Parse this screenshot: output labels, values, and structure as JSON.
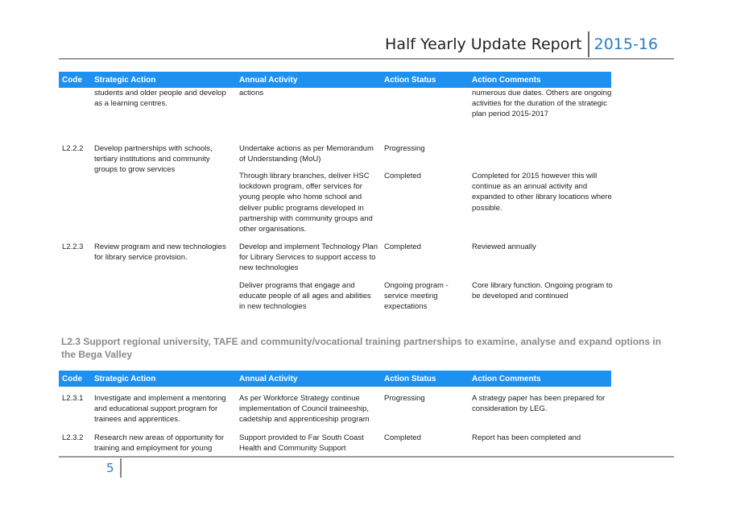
{
  "header": {
    "title": "Half Yearly Update Report",
    "year": "2015-16"
  },
  "table_columns": [
    "Code",
    "Strategic Action",
    "Annual Activity",
    "Action Status",
    "Action Comments"
  ],
  "table1": {
    "continued_row": {
      "strategic_action": "students and older people and develop as a learning centres.",
      "annual_activity": "actions",
      "comments": "numerous due dates. Others are ongoing activities for the duration of the strategic plan period 2015-2017"
    },
    "rows": [
      {
        "code": "L2.2.2",
        "strategic_action": "Develop partnerships with schools, tertiary institutions and community groups to grow services",
        "activities": [
          {
            "activity": "Undertake actions as per Memorandum of Understanding (MoU)",
            "status": "Progressing",
            "comments": ""
          },
          {
            "activity": "Through library branches, deliver HSC lockdown program, offer services for young people who home school and deliver public programs developed in partnership with community groups and other organisations.",
            "status": "Completed",
            "comments": "Completed for 2015 however this will continue as an annual activity and expanded to other library locations where possible."
          }
        ]
      },
      {
        "code": "L2.2.3",
        "strategic_action": "Review program and new technologies for library service provision.",
        "activities": [
          {
            "activity": "Develop and implement Technology Plan for Library Services to support access to new technologies",
            "status": "Completed",
            "comments": "Reviewed annually"
          },
          {
            "activity": "Deliver programs that engage and educate people of all ages and abilities in new technologies",
            "status": "Ongoing program - service meeting expectations",
            "comments": "Core library function. Ongoing program to be developed and continued"
          }
        ]
      }
    ]
  },
  "section_title": "L2.3 Support regional university, TAFE and community/vocational training partnerships to examine, analyse and expand options in the Bega Valley",
  "table2": {
    "rows": [
      {
        "code": "L2.3.1",
        "strategic_action": "Investigate and implement a mentoring and educational support program for trainees and apprentices.",
        "activity": "As per Workforce Strategy continue implementation of Council traineeship, cadetship and apprenticeship program",
        "status": "Progressing",
        "comments": "A strategy paper has been prepared for consideration by LEG."
      },
      {
        "code": "L2.3.2",
        "strategic_action": "Research new areas of opportunity for training and employment for young",
        "activity": "Support provided to Far South Coast Health and Community Support",
        "status": "Completed",
        "comments": "Report has been completed and"
      }
    ]
  },
  "footer": {
    "page_number": "5"
  }
}
